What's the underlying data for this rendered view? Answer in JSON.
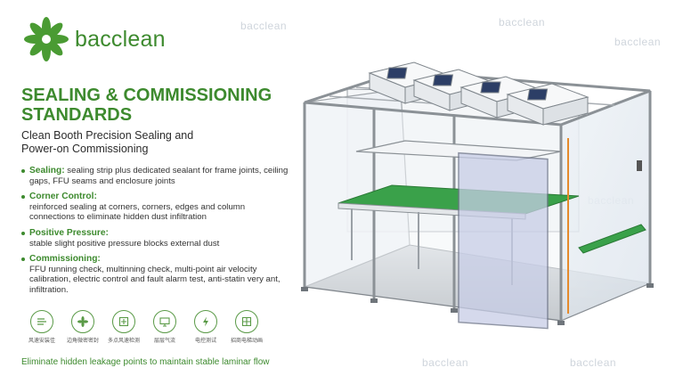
{
  "brand": {
    "name": "bacclean",
    "accent": "#3d8a2e"
  },
  "headline": {
    "line1": "SEALING & COMMISSIONING",
    "line2": "STANDARDS"
  },
  "subheadline": {
    "line1": "Clean Booth Precision Sealing and",
    "line2": "Power-on Commissioning"
  },
  "bullets": [
    {
      "title": "Sealing:",
      "desc": " sealing strip plus dedicated sealant for frame joints, ceiling gaps, FFU seams and enclosure joints"
    },
    {
      "title": "Corner Control:",
      "desc": "reinforced sealing at corners, corners, edges and column connections to eliminate hidden dust infiltration"
    },
    {
      "title": "Positive Pressure:",
      "desc": "stable slight positive pressure blocks external dust"
    },
    {
      "title": "Commissioning:",
      "desc": "FFU running check, multinning check, multi-point air velocity calibration, electric control and fault alarm test, anti-statin very ant, infiltration."
    }
  ],
  "icons": [
    {
      "name": "airflow-icon",
      "label": "风速安装佳"
    },
    {
      "name": "fan-icon",
      "label": "边角微密密封"
    },
    {
      "name": "pressure-icon",
      "label": "多点风速检测"
    },
    {
      "name": "monitor-icon",
      "label": "层层气流"
    },
    {
      "name": "electric-icon",
      "label": "电控测试"
    },
    {
      "name": "grid-icon",
      "label": "招商电梯动画"
    }
  ],
  "tagline": "Eliminate hidden leakage points to maintain stable laminar flow",
  "watermarks": [
    "bacclean",
    "bacclean",
    "bacclean",
    "bacclean",
    "bacclean",
    "bacclean",
    "bacclean"
  ]
}
